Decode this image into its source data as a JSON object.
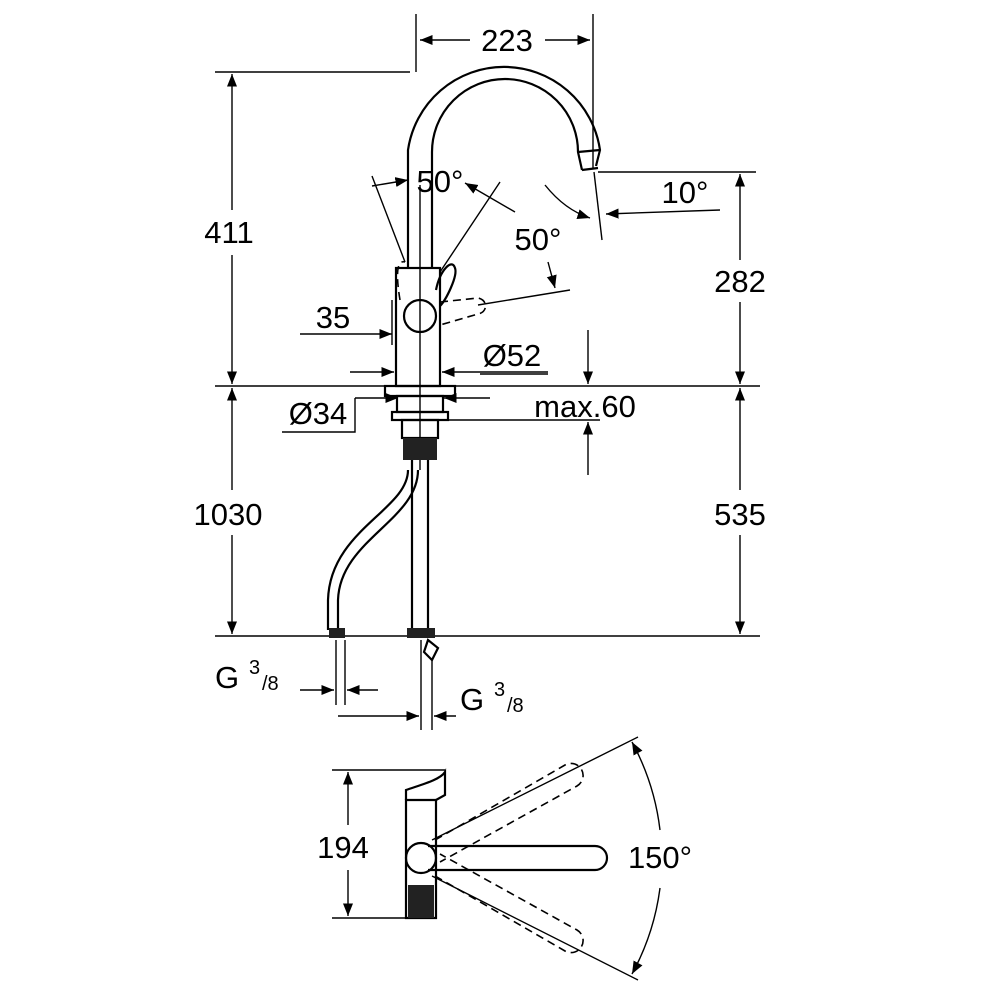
{
  "drawing": {
    "dimensions": {
      "spout_reach": "223",
      "total_height": "411",
      "lever_angle_left": "50°",
      "lever_angle_right": "50°",
      "spout_tilt": "10°",
      "spout_height": "282",
      "lever_offset": "35",
      "body_diameter": "Ø52",
      "hole_diameter": "Ø34",
      "max_deck_thickness": "max.60",
      "hose_length": "1030",
      "shank_length": "535",
      "thread_left": {
        "g": "G",
        "num": "3",
        "den": "/8"
      },
      "thread_right": {
        "g": "G",
        "num": "3",
        "den": "/8"
      },
      "top_view_depth": "194",
      "swivel_angle": "150°"
    }
  }
}
